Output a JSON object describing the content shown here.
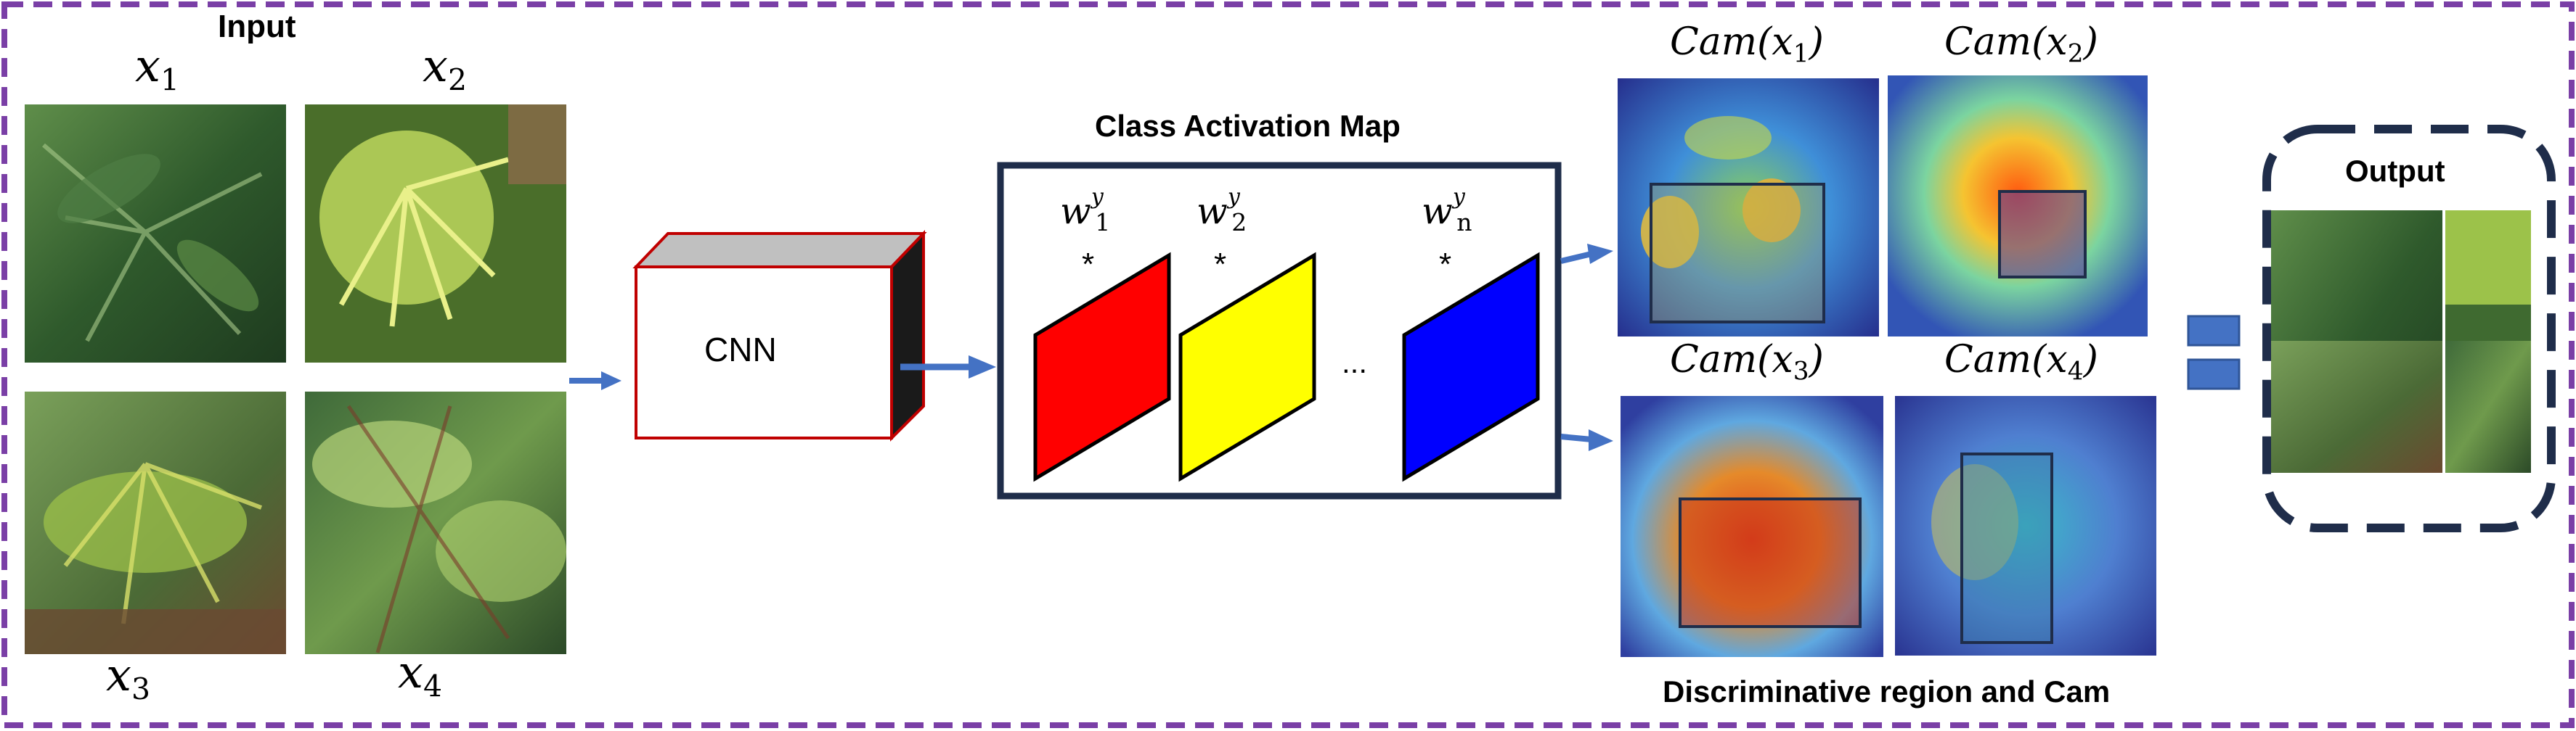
{
  "input": {
    "title": "Input",
    "images": [
      {
        "var": "x",
        "sub": "1"
      },
      {
        "var": "x",
        "sub": "2"
      },
      {
        "var": "x",
        "sub": "3"
      },
      {
        "var": "x",
        "sub": "4"
      }
    ]
  },
  "cnn": {
    "label": "CNN"
  },
  "cam_map": {
    "title": "Class Activation Map",
    "weights": [
      {
        "var": "w",
        "sub": "1",
        "sup": "y",
        "op": "*"
      },
      {
        "var": "w",
        "sub": "2",
        "sup": "y",
        "op": "*"
      },
      {
        "var": "w",
        "sub": "n",
        "sup": "y",
        "op": "*"
      }
    ],
    "ellipsis": "...",
    "fmap_colors": [
      "#ff0000",
      "#ffff00",
      "#0000ff"
    ]
  },
  "cams": {
    "labels": [
      {
        "func": "Cam",
        "var": "x",
        "sub": "1"
      },
      {
        "func": "Cam",
        "var": "x",
        "sub": "2"
      },
      {
        "func": "Cam",
        "var": "x",
        "sub": "3"
      },
      {
        "func": "Cam",
        "var": "x",
        "sub": "4"
      }
    ],
    "caption": "Discriminative region and  Cam"
  },
  "output": {
    "title": "Output"
  },
  "colors": {
    "frame": "#7a3fa6",
    "arrow": "#4472c4",
    "dark_navy": "#1f2d4a",
    "cnn_border": "#c00000"
  }
}
